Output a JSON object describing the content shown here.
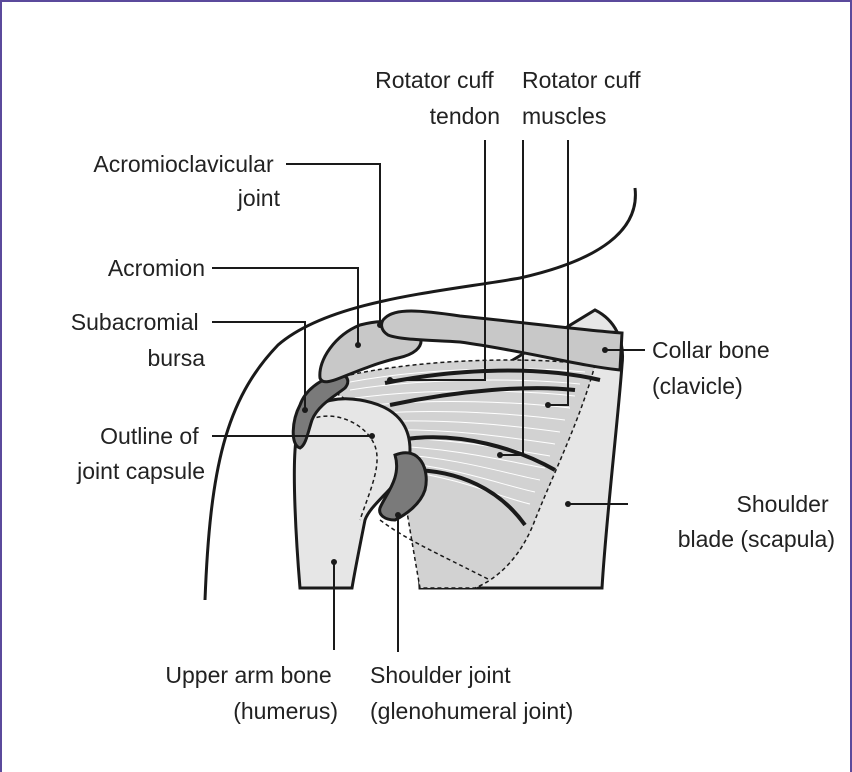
{
  "diagram": {
    "labels": {
      "rotator_cuff_tendon": [
        "Rotator cuff",
        "tendon"
      ],
      "rotator_cuff_muscles": [
        "Rotator cuff",
        "muscles"
      ],
      "acromioclavicular_joint": [
        "Acromioclavicular",
        "joint"
      ],
      "acromion": [
        "Acromion"
      ],
      "subacromial_bursa": [
        "Subacromial",
        "bursa"
      ],
      "outline_joint_capsule": [
        "Outline of",
        "joint capsule"
      ],
      "collar_bone": [
        "Collar bone",
        "(clavicle)"
      ],
      "shoulder_blade": [
        "Shoulder",
        "blade (scapula)"
      ],
      "upper_arm_bone": [
        "Upper arm bone",
        "(humerus)"
      ],
      "shoulder_joint": [
        "Shoulder joint",
        "(glenohumeral joint)"
      ]
    },
    "colors": {
      "frame": "#5b4a9c",
      "outline": "#1a1a1a",
      "bone_light": "#e6e6e6",
      "bone_mid": "#c8c8c8",
      "cartilage_dark": "#7a7a7a"
    }
  }
}
